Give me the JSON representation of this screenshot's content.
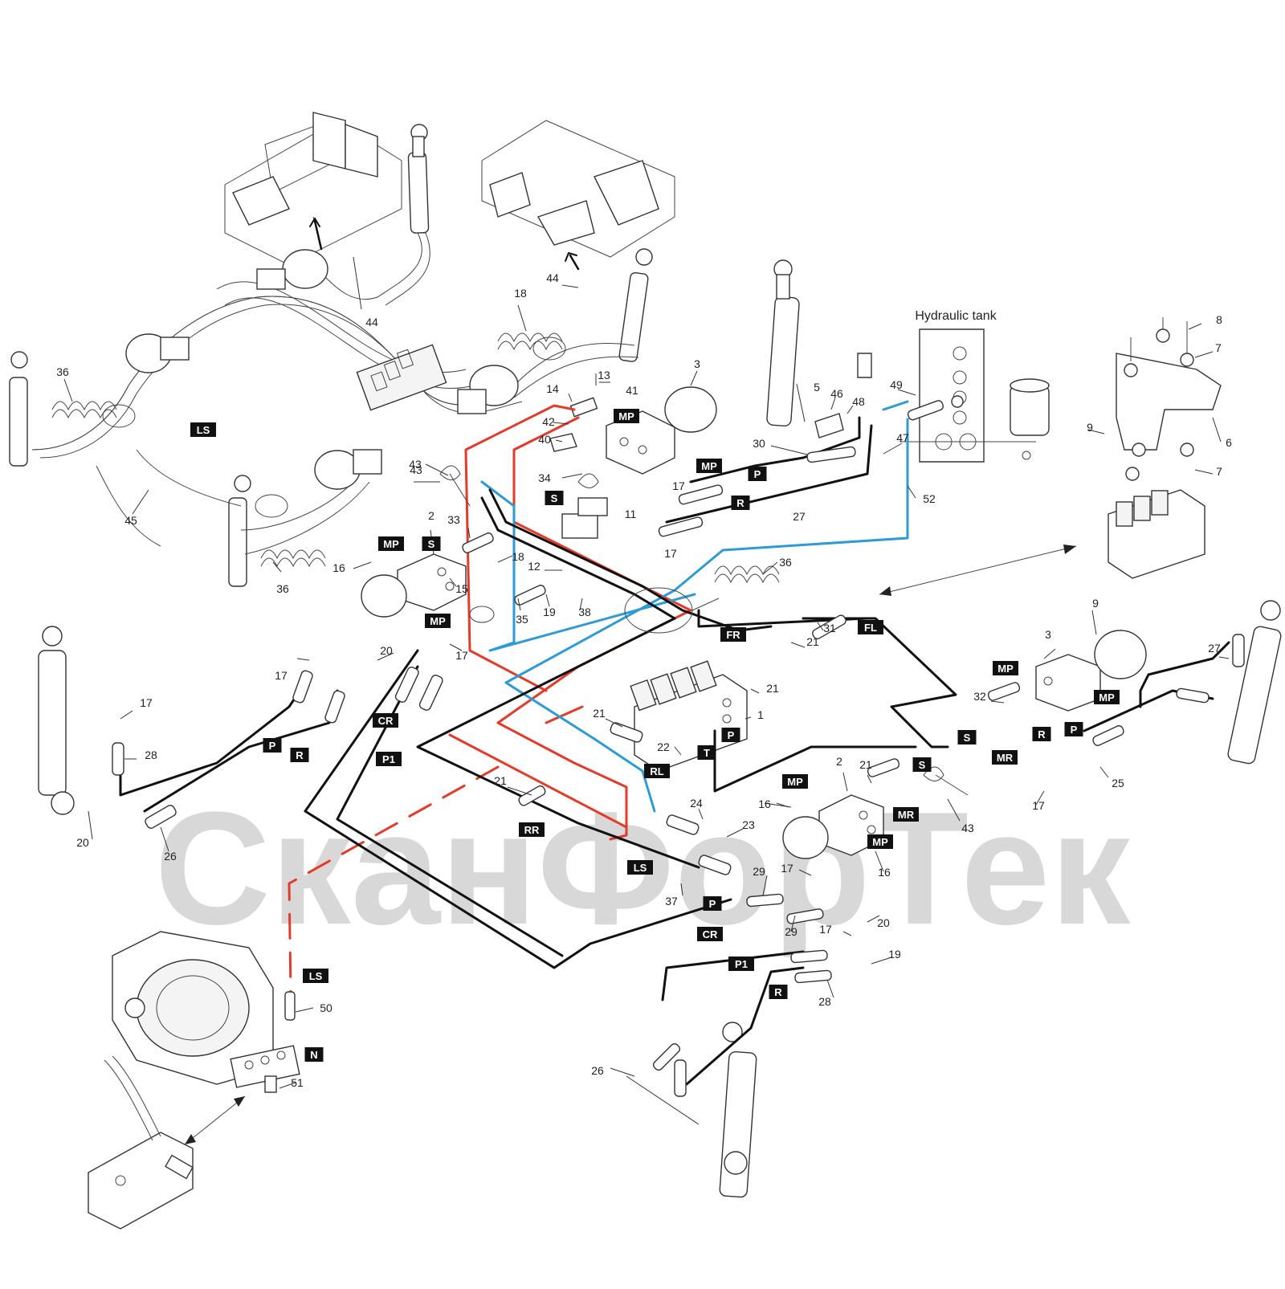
{
  "watermark": {
    "text": "СканФорТек",
    "color": "#d8d8d8"
  },
  "tank_title": "Hydraulic tank",
  "colors": {
    "pressure": "#e53a2a",
    "return": "#2d9bd6",
    "line": "#111111",
    "label_bg": "#111111",
    "label_fg": "#ffffff"
  },
  "labels": [
    {
      "id": "ls_top",
      "text": "LS"
    },
    {
      "id": "mp_top_valve",
      "text": "MP"
    },
    {
      "id": "mp_right_valve",
      "text": "MP"
    },
    {
      "id": "s_small",
      "text": "S"
    },
    {
      "id": "p_hose30",
      "text": "P"
    },
    {
      "id": "r_hose27",
      "text": "R"
    },
    {
      "id": "mp_left_block",
      "text": "MP"
    },
    {
      "id": "s_left_block",
      "text": "S"
    },
    {
      "id": "mp_left_below",
      "text": "MP"
    },
    {
      "id": "fr",
      "text": "FR"
    },
    {
      "id": "fl",
      "text": "FL"
    },
    {
      "id": "p_mid",
      "text": "P"
    },
    {
      "id": "t_mid",
      "text": "T"
    },
    {
      "id": "rl",
      "text": "RL"
    },
    {
      "id": "rr",
      "text": "RR"
    },
    {
      "id": "cr_left",
      "text": "CR"
    },
    {
      "id": "p1_left",
      "text": "P1"
    },
    {
      "id": "p_left_cyl",
      "text": "P"
    },
    {
      "id": "r_left_cyl",
      "text": "R"
    },
    {
      "id": "ls_mid",
      "text": "LS"
    },
    {
      "id": "p_bottom",
      "text": "P"
    },
    {
      "id": "cr_bottom",
      "text": "CR"
    },
    {
      "id": "p1_bottom",
      "text": "P1"
    },
    {
      "id": "r_bottom",
      "text": "R"
    },
    {
      "id": "ls_pump",
      "text": "LS"
    },
    {
      "id": "n_pump",
      "text": "N"
    },
    {
      "id": "mp_right_lower",
      "text": "MP"
    },
    {
      "id": "mr_right",
      "text": "MR"
    },
    {
      "id": "s_right",
      "text": "S"
    },
    {
      "id": "mp_far_right",
      "text": "MP"
    },
    {
      "id": "mp_far_right2",
      "text": "MP"
    },
    {
      "id": "r_far_right",
      "text": "R"
    },
    {
      "id": "p_far_right",
      "text": "P"
    },
    {
      "id": "mr_far_right",
      "text": "MR"
    },
    {
      "id": "s_far_right",
      "text": "S"
    },
    {
      "id": "mp_block2_r",
      "text": "MP"
    }
  ],
  "callouts": [
    {
      "id": "c44a",
      "text": "44"
    },
    {
      "id": "c44b",
      "text": "44"
    },
    {
      "id": "c18a",
      "text": "18"
    },
    {
      "id": "c36a",
      "text": "36"
    },
    {
      "id": "c45",
      "text": "45"
    },
    {
      "id": "c36b",
      "text": "36"
    },
    {
      "id": "c14",
      "text": "14"
    },
    {
      "id": "c13",
      "text": "13"
    },
    {
      "id": "c41",
      "text": "41"
    },
    {
      "id": "c42",
      "text": "42"
    },
    {
      "id": "c40",
      "text": "40"
    },
    {
      "id": "c34",
      "text": "34"
    },
    {
      "id": "c43a",
      "text": "43"
    },
    {
      "id": "c3a",
      "text": "3"
    },
    {
      "id": "c17a",
      "text": "17"
    },
    {
      "id": "c11",
      "text": "11"
    },
    {
      "id": "c17b",
      "text": "17"
    },
    {
      "id": "c5",
      "text": "5"
    },
    {
      "id": "c46",
      "text": "46"
    },
    {
      "id": "c48",
      "text": "48"
    },
    {
      "id": "c30",
      "text": "30"
    },
    {
      "id": "c47",
      "text": "47"
    },
    {
      "id": "c27a",
      "text": "27"
    },
    {
      "id": "c49",
      "text": "49"
    },
    {
      "id": "c52",
      "text": "52"
    },
    {
      "id": "c8",
      "text": "8"
    },
    {
      "id": "c7a",
      "text": "7"
    },
    {
      "id": "c9a",
      "text": "9"
    },
    {
      "id": "c6",
      "text": "6"
    },
    {
      "id": "c7b",
      "text": "7"
    },
    {
      "id": "c43b",
      "text": "43"
    },
    {
      "id": "c2a",
      "text": "2"
    },
    {
      "id": "c33",
      "text": "33"
    },
    {
      "id": "c16a",
      "text": "16"
    },
    {
      "id": "c15",
      "text": "15"
    },
    {
      "id": "c18b",
      "text": "18"
    },
    {
      "id": "c12",
      "text": "12"
    },
    {
      "id": "c35",
      "text": "35"
    },
    {
      "id": "c19a",
      "text": "19"
    },
    {
      "id": "c38",
      "text": "38"
    },
    {
      "id": "c36c",
      "text": "36"
    },
    {
      "id": "c17c",
      "text": "17"
    },
    {
      "id": "c20a",
      "text": "20"
    },
    {
      "id": "c17d",
      "text": "17"
    },
    {
      "id": "c17e",
      "text": "17"
    },
    {
      "id": "c28a",
      "text": "28"
    },
    {
      "id": "c20b",
      "text": "20"
    },
    {
      "id": "c26a",
      "text": "26"
    },
    {
      "id": "c21a",
      "text": "21"
    },
    {
      "id": "c31",
      "text": "31"
    },
    {
      "id": "c21b",
      "text": "21"
    },
    {
      "id": "c1",
      "text": "1"
    },
    {
      "id": "c21c",
      "text": "21"
    },
    {
      "id": "c22",
      "text": "22"
    },
    {
      "id": "c21d",
      "text": "21"
    },
    {
      "id": "c24",
      "text": "24"
    },
    {
      "id": "c23",
      "text": "23"
    },
    {
      "id": "c37",
      "text": "37"
    },
    {
      "id": "c29a",
      "text": "29"
    },
    {
      "id": "c29b",
      "text": "29"
    },
    {
      "id": "c2b",
      "text": "2"
    },
    {
      "id": "c21e",
      "text": "21"
    },
    {
      "id": "c16b",
      "text": "16"
    },
    {
      "id": "c16c",
      "text": "16"
    },
    {
      "id": "c17f",
      "text": "17"
    },
    {
      "id": "c43c",
      "text": "43"
    },
    {
      "id": "c17g",
      "text": "17"
    },
    {
      "id": "c20c",
      "text": "20"
    },
    {
      "id": "c19b",
      "text": "19"
    },
    {
      "id": "c28b",
      "text": "28"
    },
    {
      "id": "c26b",
      "text": "26"
    },
    {
      "id": "c50",
      "text": "50"
    },
    {
      "id": "c51",
      "text": "51"
    },
    {
      "id": "c9b",
      "text": "9"
    },
    {
      "id": "c3b",
      "text": "3"
    },
    {
      "id": "c27b",
      "text": "27"
    },
    {
      "id": "c32",
      "text": "32"
    },
    {
      "id": "c17h",
      "text": "17"
    },
    {
      "id": "c25",
      "text": "25"
    }
  ]
}
